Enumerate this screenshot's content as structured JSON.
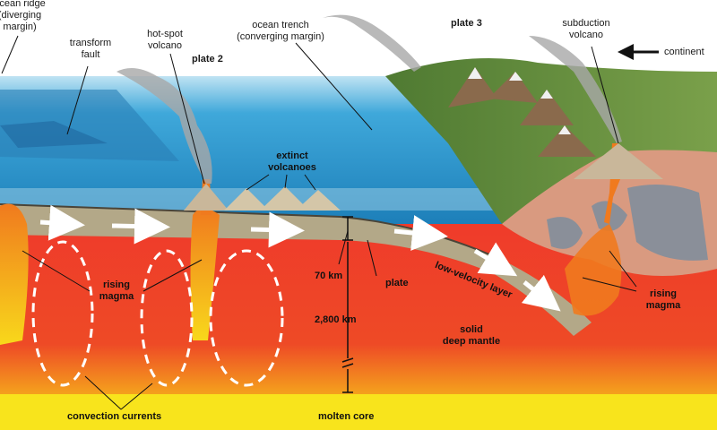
{
  "labels": {
    "ocean_ridge": "ocean ridge\n(diverging\nmargin)",
    "transform_fault": "transform\nfault",
    "hot_spot_volcano": "hot-spot\nvolcano",
    "plate_2": "plate 2",
    "ocean_trench": "ocean trench\n(converging margin)",
    "plate_3": "plate 3",
    "subduction_volcano": "subduction\nvolcano",
    "continent": "continent",
    "extinct_volcanoes": "extinct\nvolcanoes",
    "depth_70": "70 km",
    "plate": "plate",
    "low_velocity_layer": "low-velocity layer",
    "rising_magma_left": "rising\nmagma",
    "rising_magma_right": "rising\nmagma",
    "depth_2800": "2,800 km",
    "solid_deep_mantle": "solid\ndeep mantle",
    "convection_currents": "convection currents",
    "molten_core": "molten core"
  },
  "colors": {
    "ocean": "#3aa6d8",
    "ocean_deep": "#1f78b4",
    "plate_rock": "#b3a888",
    "mantle": "#ee3b2a",
    "core": "#f7e21a",
    "magma": "#f07a1e",
    "land": "#5f8a3a",
    "smoke": "#a8a8a8"
  }
}
